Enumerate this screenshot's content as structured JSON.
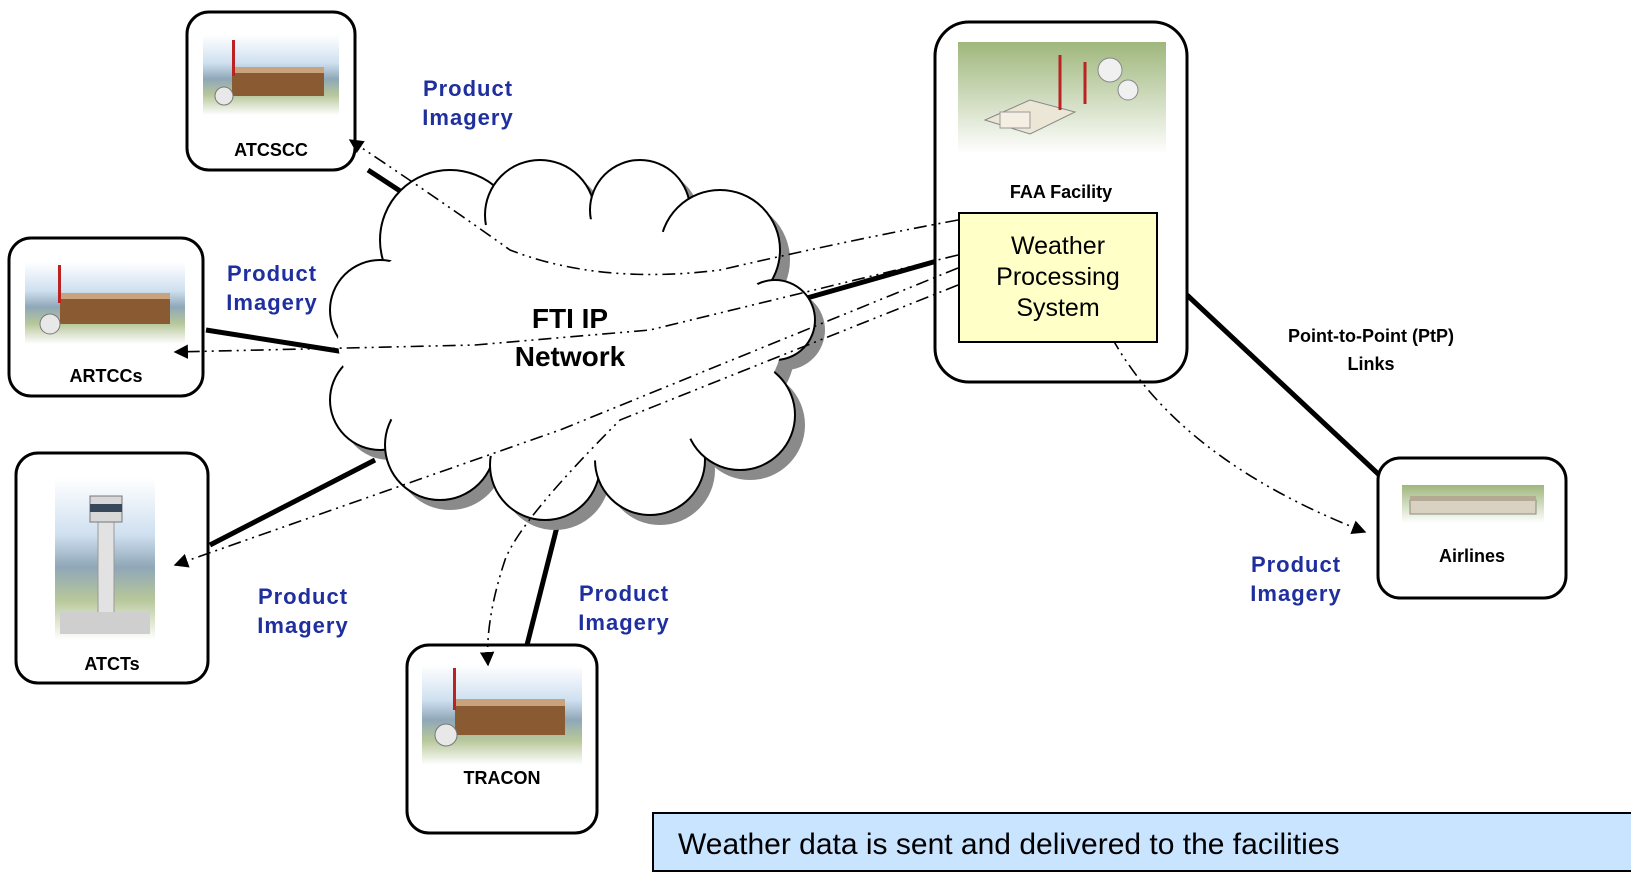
{
  "nodes": {
    "atcscc": "ATCSCC",
    "artccs": "ARTCCs",
    "atcts": "ATCTs",
    "tracon": "TRACON",
    "faa_facility": "FAA Facility",
    "airlines": "Airlines"
  },
  "cloud": {
    "line1": "FTI IP",
    "line2": "Network"
  },
  "weather_processing_system": {
    "line1": "Weather",
    "line2": "Processing",
    "line3": "System"
  },
  "product_imagery": {
    "line1": "Product",
    "line2": "Imagery"
  },
  "ptp_links": {
    "line1": "Point-to-Point (PtP)",
    "line2": "Links"
  },
  "callout": {
    "text": "Weather data is sent and delivered to the facilities"
  },
  "colors": {
    "label_blue": "#1f2f9e",
    "wps_fill": "#ffffc8",
    "callout_fill": "#c9e4ff",
    "cloud_shadow": "#888888"
  }
}
